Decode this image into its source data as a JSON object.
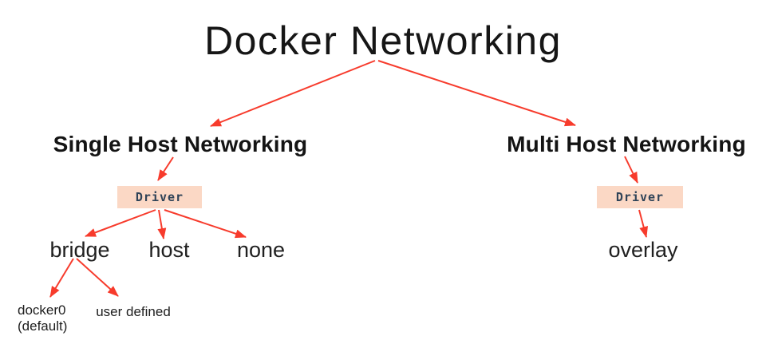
{
  "diagram": {
    "title": "Docker Networking",
    "arrow_color": "#f73b2c",
    "driver_box_color": "#fbd8c5",
    "driver_text_color": "#2f4358",
    "single_host": {
      "label": "Single Host Networking",
      "driver_label": "Driver",
      "drivers": [
        "bridge",
        "host",
        "none"
      ],
      "bridge_children": [
        {
          "lines": [
            "docker0",
            "(default)"
          ]
        },
        {
          "lines": [
            "user defined"
          ]
        }
      ]
    },
    "multi_host": {
      "label": "Multi Host Networking",
      "driver_label": "Driver",
      "drivers": [
        "overlay"
      ]
    },
    "edges": [
      {
        "from": "root",
        "to": "single-host"
      },
      {
        "from": "root",
        "to": "multi-host"
      },
      {
        "from": "single-host",
        "to": "driver-single"
      },
      {
        "from": "driver-single",
        "to": "bridge"
      },
      {
        "from": "driver-single",
        "to": "host"
      },
      {
        "from": "driver-single",
        "to": "none"
      },
      {
        "from": "bridge",
        "to": "docker0"
      },
      {
        "from": "bridge",
        "to": "user-defined"
      },
      {
        "from": "multi-host",
        "to": "driver-multi"
      },
      {
        "from": "driver-multi",
        "to": "overlay"
      }
    ]
  }
}
